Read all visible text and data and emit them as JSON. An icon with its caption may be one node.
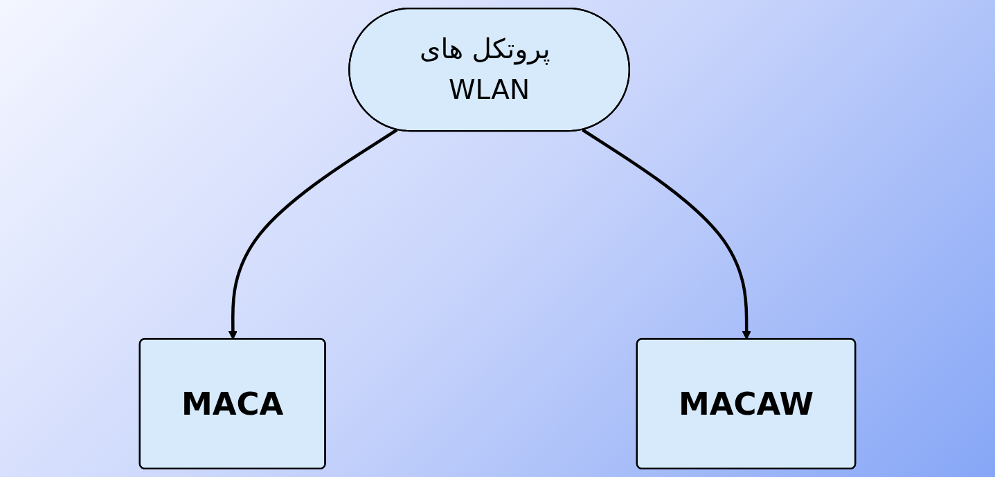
{
  "diagram": {
    "nodes": [
      {
        "text": [
          "پروتکل های WLAN"
        ]
      },
      {
        "text": [
          "MACA"
        ]
      },
      {
        "text": [
          "MACAW"
        ]
      }
    ],
    "edges": [
      {
        "from": 0,
        "to": 1,
        "arrow": "to"
      },
      {
        "from": 0,
        "to": 2,
        "arrow": "to"
      }
    ]
  }
}
